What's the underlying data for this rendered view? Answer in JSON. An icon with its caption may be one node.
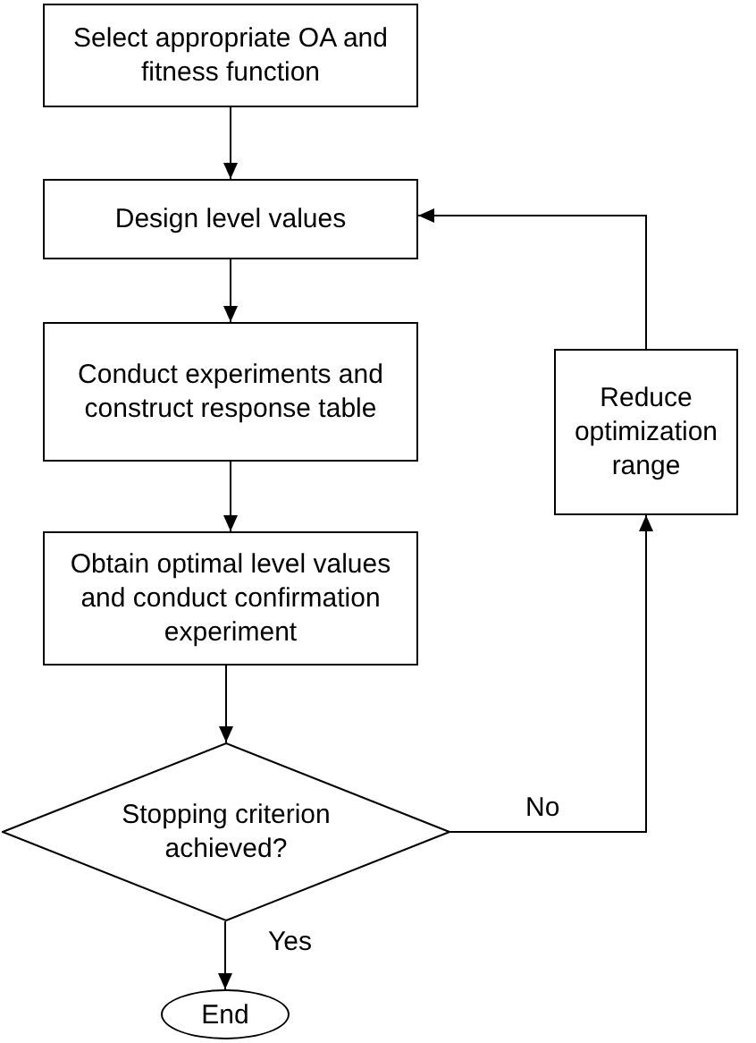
{
  "diagram": {
    "nodes": [
      {
        "text": [
          "Select appropriate OA and fitness function"
        ]
      },
      {
        "text": [
          "Design level values"
        ]
      },
      {
        "text": [
          "Conduct experiments and construct response table"
        ]
      },
      {
        "text": [
          "Obtain optimal level values and conduct confirmation experiment"
        ]
      },
      {
        "text": [
          "Stopping criterion achieved?"
        ]
      },
      {
        "text": [
          "Reduce optimization range"
        ]
      },
      {
        "text": [
          "End"
        ]
      }
    ],
    "edges": [
      {
        "from": 0,
        "to": 1,
        "arrow": "to"
      },
      {
        "from": 1,
        "to": 2,
        "arrow": "to"
      },
      {
        "from": 2,
        "to": 3,
        "arrow": "to"
      },
      {
        "from": 3,
        "to": 4,
        "arrow": "to"
      },
      {
        "from": 4,
        "to": 5,
        "arrow": "to",
        "label": "No"
      },
      {
        "from": 5,
        "to": 1,
        "arrow": "to"
      },
      {
        "from": 4,
        "to": 6,
        "arrow": "to",
        "label": "Yes"
      }
    ]
  }
}
